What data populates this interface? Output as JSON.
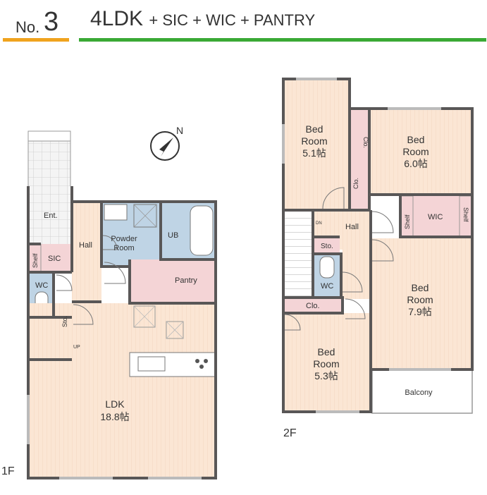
{
  "header": {
    "no_prefix": "No.",
    "no_number": "3",
    "title_main": "4LDK",
    "title_rest": "+ SIC + WIC + PANTRY"
  },
  "compass": {
    "label": "N"
  },
  "floor1": {
    "label": "1F",
    "rooms": {
      "ent": "Ent.",
      "hall": "Hall",
      "shelf": "Shelf",
      "sic": "SIC",
      "wc": "WC",
      "sto": "Sto.",
      "up": "UP",
      "powder_line1": "Powder",
      "powder_line2": "Room",
      "ub": "UB",
      "pantry": "Pantry",
      "ldk_line1": "LDK",
      "ldk_line2": "18.8帖"
    }
  },
  "floor2": {
    "label": "2F",
    "rooms": {
      "bed1_line1": "Bed",
      "bed1_line2": "Room",
      "bed1_line3": "5.1帖",
      "bed2_line1": "Bed",
      "bed2_line2": "Room",
      "bed2_line3": "6.0帖",
      "clo_a": "Clo.",
      "clo_b": "Clo.",
      "clo_c": "Clo.",
      "dn": "DN",
      "hall": "Hall",
      "sto": "Sto.",
      "wc": "WC",
      "shelf_left": "Shelf",
      "wic": "WIC",
      "shelf_right": "Shelf",
      "bed3_line1": "Bed",
      "bed3_line2": "Room",
      "bed3_line3": "7.9帖",
      "bed4_line1": "Bed",
      "bed4_line2": "Room",
      "bed4_line3": "5.3帖",
      "balcony": "Balcony"
    }
  },
  "colors": {
    "wall": "#595757",
    "floor": "#fbe6d4",
    "wet": "#bfd4e5",
    "pink": "#f4d4d6",
    "tile": "#f0f0f0",
    "accent_orange": "#f0a31e",
    "accent_green": "#3aa935"
  }
}
